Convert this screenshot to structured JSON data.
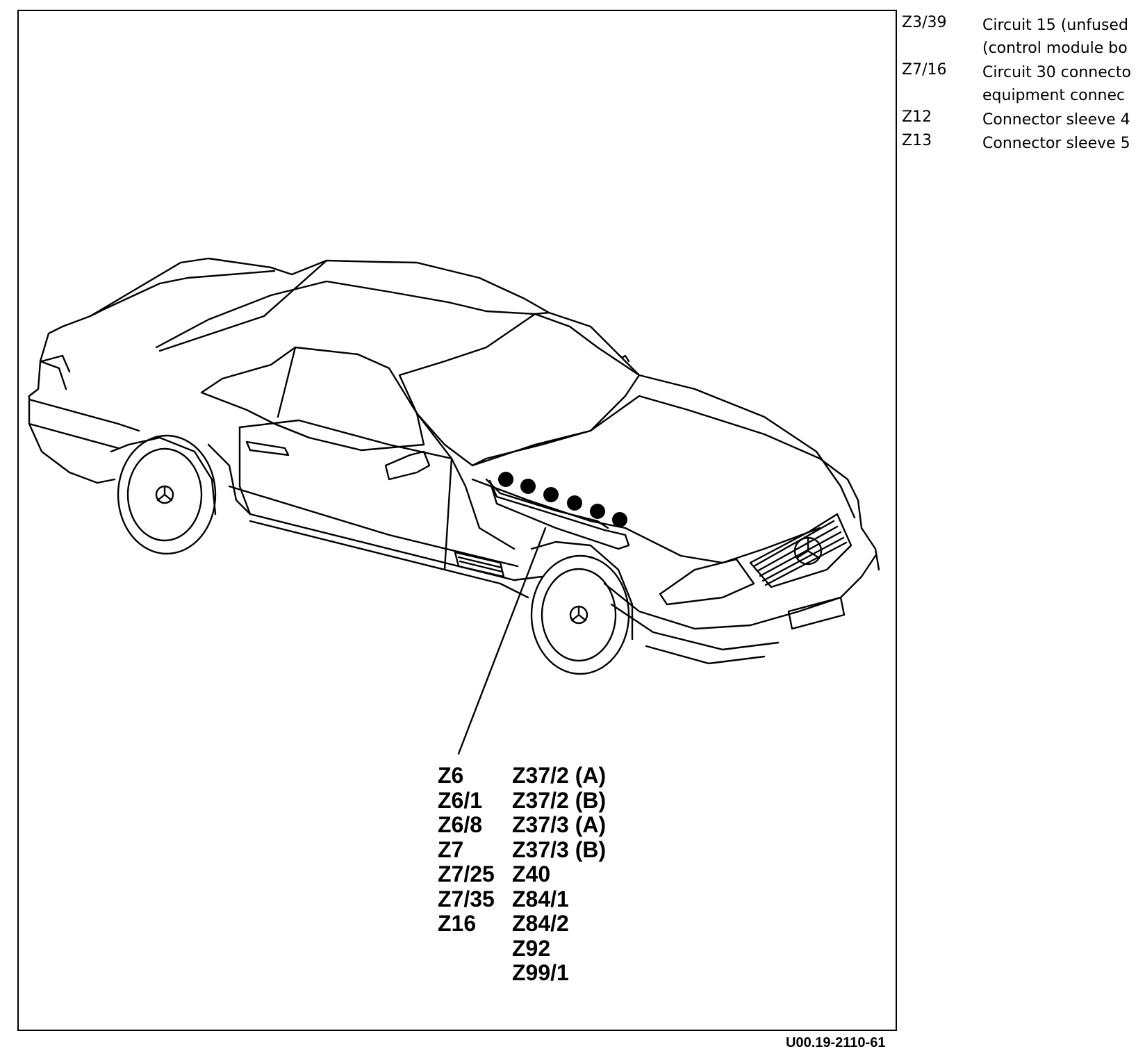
{
  "diagram": {
    "figure_code": "U00.19-2110-61",
    "left_labels": [
      "Z6",
      "Z6/1",
      "Z6/8",
      "Z7",
      "Z7/25",
      "Z7/35",
      "Z16"
    ],
    "right_labels": [
      "Z37/2 (A)",
      "Z37/2 (B)",
      "Z37/3 (A)",
      "Z37/3 (B)",
      "Z40",
      "Z84/1",
      "Z84/2",
      "Z92",
      "Z99/1"
    ]
  },
  "legend": [
    {
      "code": "Z3/39",
      "line1": "Circuit 15 (unfused",
      "line2": "(control module bo"
    },
    {
      "code": "Z7/16",
      "line1": "Circuit 30 connecto",
      "line2": "equipment connec"
    },
    {
      "code": "Z12",
      "line1": "Connector sleeve 4",
      "line2": ""
    },
    {
      "code": "Z13",
      "line1": "Connector sleeve 5",
      "line2": ""
    }
  ],
  "colors": {
    "line": "#000000",
    "background": "#ffffff"
  }
}
